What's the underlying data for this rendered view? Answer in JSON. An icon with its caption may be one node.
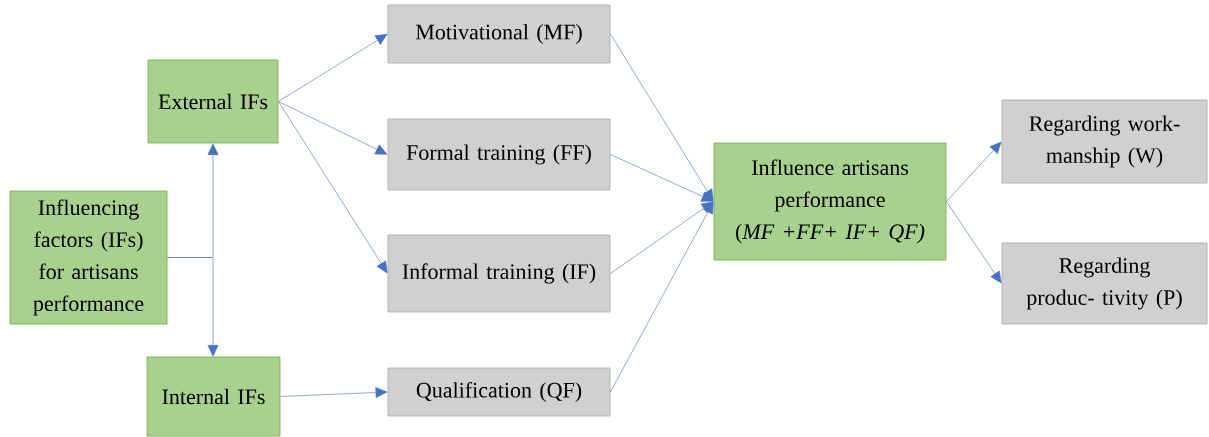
{
  "diagram": {
    "nodes": [
      {
        "text": [
          "Influencing factors (IFs) for artisans performance"
        ]
      },
      {
        "text": [
          "External IFs"
        ]
      },
      {
        "text": [
          "Internal IFs"
        ]
      },
      {
        "text": [
          "Motivational (MF)"
        ]
      },
      {
        "text": [
          "Formal training (FF)"
        ]
      },
      {
        "text": [
          "Informal training (IF)"
        ]
      },
      {
        "text": [
          "Qualification (QF)"
        ]
      },
      {
        "text": [
          "Influence artisans performance",
          "(*MF +FF+ IF+ QF)*"
        ]
      },
      {
        "text": [
          "Regarding work- manship (W)"
        ]
      },
      {
        "text": [
          "Regarding produc- tivity (P)"
        ]
      }
    ],
    "edges": [
      {
        "from": 0,
        "to": 1,
        "arrow": "to"
      },
      {
        "from": 0,
        "to": 2,
        "arrow": "to"
      },
      {
        "from": 1,
        "to": 3,
        "arrow": "to"
      },
      {
        "from": 1,
        "to": 4,
        "arrow": "to"
      },
      {
        "from": 1,
        "to": 5,
        "arrow": "to"
      },
      {
        "from": 2,
        "to": 6,
        "arrow": "to"
      },
      {
        "from": 3,
        "to": 7,
        "arrow": "to"
      },
      {
        "from": 4,
        "to": 7,
        "arrow": "to"
      },
      {
        "from": 5,
        "to": 7,
        "arrow": "to"
      },
      {
        "from": 6,
        "to": 7,
        "arrow": "to"
      },
      {
        "from": 7,
        "to": 8,
        "arrow": "to"
      },
      {
        "from": 7,
        "to": 9,
        "arrow": "to"
      }
    ]
  }
}
